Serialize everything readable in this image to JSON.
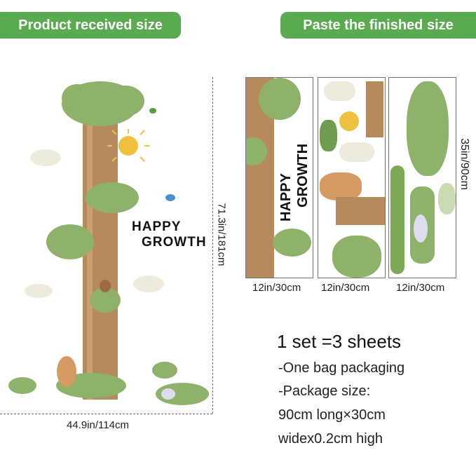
{
  "headers": {
    "left": "Product received size",
    "right": "Paste the finished size"
  },
  "left_product": {
    "height_label": "71.3in/181cm",
    "width_label": "44.9in/114cm",
    "slogan": [
      "HAPPY",
      "GROWTH"
    ]
  },
  "sheets": {
    "widths": [
      "12in/30cm",
      "12in/30cm",
      "12in/30cm"
    ],
    "height_label": "35in/90cm",
    "slogan": [
      "HAPPY",
      "GROWTH"
    ]
  },
  "info": {
    "title": "1 set =3 sheets",
    "lines": [
      "-One bag packaging",
      "-Package size:",
      "90cm long×30cm",
      "widex0.2cm high"
    ]
  },
  "colors": {
    "header_bg": "#5aab50",
    "foliage": "#8fb26a",
    "trunk": "#b58a5c",
    "sun": "#f0c040"
  }
}
